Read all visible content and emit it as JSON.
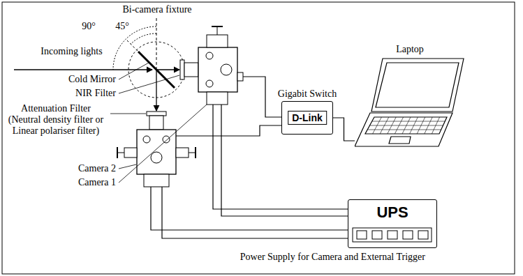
{
  "diagram": {
    "nodes": [
      {
        "text": [
          "Gigabit Switch",
          "D-Link"
        ]
      },
      {
        "text": [
          "Laptop"
        ]
      },
      {
        "text": [
          "UPS",
          "Power Supply for Camera and External Trigger"
        ]
      }
    ],
    "edges": [
      {
        "from": 0,
        "to": 1,
        "arrow": "none"
      }
    ],
    "labels": [
      "Bi-camera fixture",
      "90°",
      "45°",
      "Incoming lights",
      "Cold Mirror",
      "NIR Filter",
      "Attenuation Filter (Neutral density filter or Linear polariser filter)",
      "Camera 2",
      "Camera 1"
    ]
  }
}
